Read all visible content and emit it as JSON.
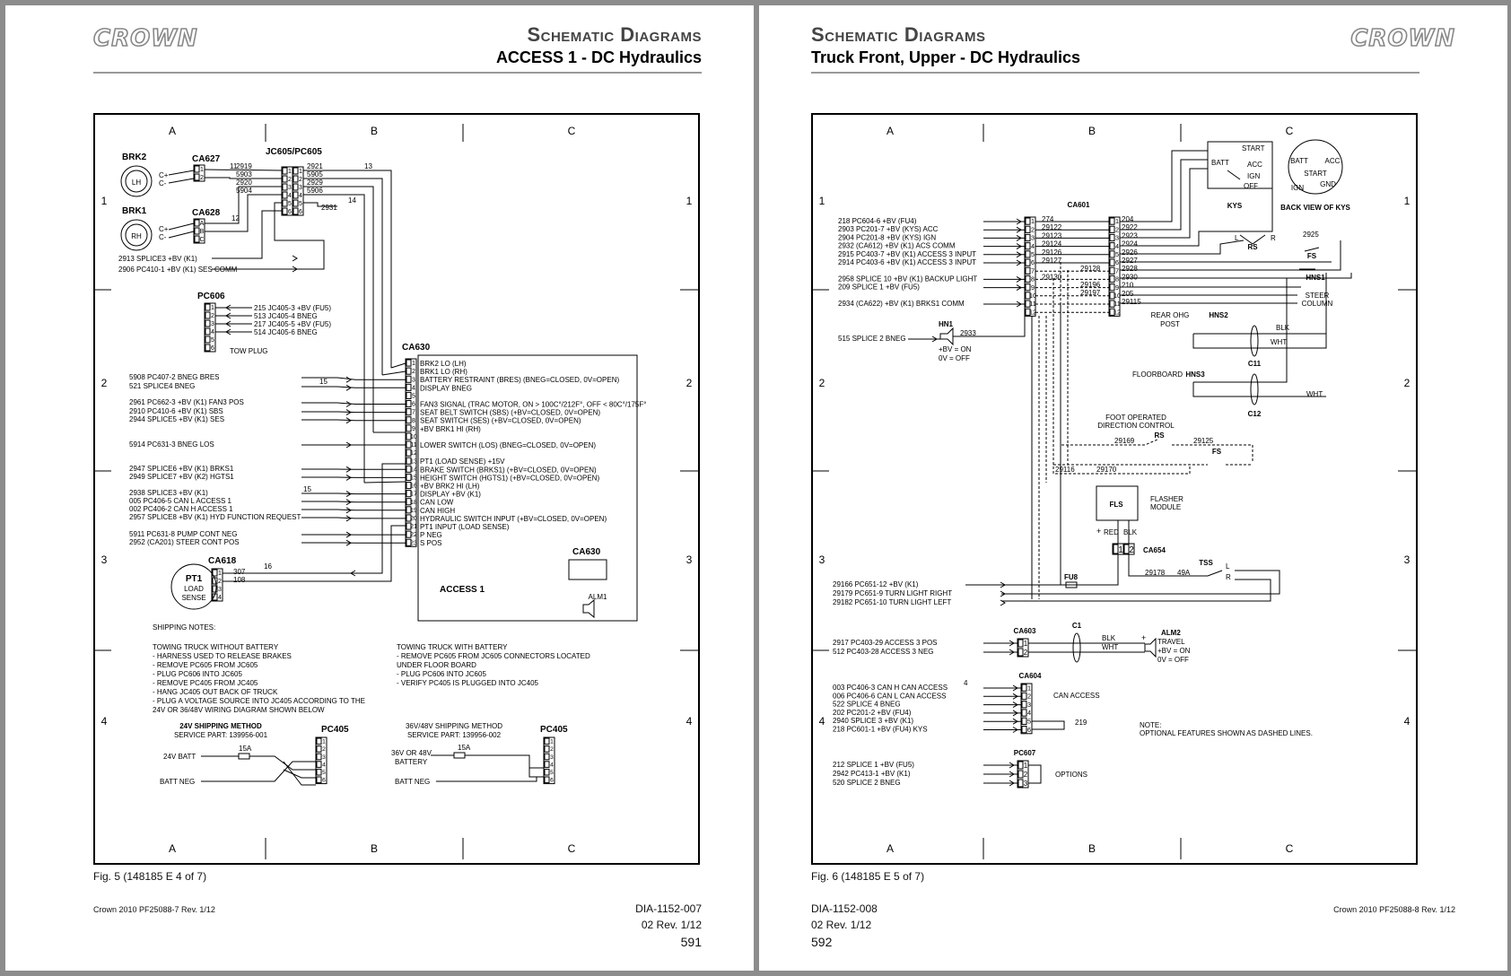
{
  "left": {
    "title": "Schematic Diagrams",
    "subtitle": "ACCESS 1 - DC Hydraulics",
    "logo": "CROWN",
    "fig": "Fig. 5 (148185 E 4 of 7)",
    "footer_left": "Crown 2010 PF25088-7 Rev. 1/12",
    "dia_number": "DIA-1152-007",
    "dia_rev": "02 Rev. 1/12",
    "page_number": "591",
    "grid": {
      "cols": [
        "A",
        "B",
        "C"
      ],
      "rows": [
        "1",
        "2",
        "3",
        "4"
      ]
    },
    "components": {
      "brk2": "BRK2",
      "brk1": "BRK1",
      "lh": "LH",
      "rh": "RH",
      "ca627": "CA627",
      "ca628": "CA628",
      "jc605": "JC605/PC605",
      "pc606": "PC606",
      "tow_plug": "TOW PLUG",
      "ca630": "CA630",
      "ca618": "CA618",
      "pt1": "PT1",
      "load": "LOAD",
      "sense": "SENSE",
      "access1": "ACCESS 1",
      "ca630b": "CA630",
      "alm1": "ALM1",
      "pc405a": "PC405",
      "pc405b": "PC405"
    },
    "inputs_top": [
      "2913 SPLICE3 +BV (K1)",
      "2906 PC410-1 +BV (K1) SES COMM"
    ],
    "pc606_lines": [
      "215 JC405-3 +BV (FU5)",
      "513 JC405-4 BNEG",
      "217 JC405-5 +BV (FU5)",
      "514 JC405-6 BNEG"
    ],
    "left_inputs": [
      "5908 PC407-2 BNEG BRES",
      "521 SPLICE4 BNEG",
      "2961 PC662-3 +BV (K1) FAN3 POS",
      "2910 PC410-6 +BV (K1) SBS",
      "2944 SPLICE5 +BV (K1) SES",
      "5914 PC631-3 BNEG LOS",
      "2947 SPLICE6 +BV (K1) BRKS1",
      "2949 SPLICE7 +BV (K2) HGTS1",
      "2938 SPLICE3 +BV (K1)",
      "005 PC406-5 CAN L ACCESS 1",
      "002 PC406-2 CAN H ACCESS 1",
      "2957 SPLICE8 +BV (K1) HYD FUNCTION REQUEST",
      "5911 PC631-8 PUMP CONT NEG",
      "2952 (CA201) STEER CONT POS"
    ],
    "ca630_pins": [
      "BRK2 LO (LH)",
      "BRK1 LO (RH)",
      "BATTERY RESTRAINT (BRES) (BNEG=CLOSED, 0V=OPEN)",
      "DISPLAY BNEG",
      "",
      "FAN3 SIGNAL (TRAC MOTOR, ON > 100C°/212F°, OFF < 80C°/175F°",
      "SEAT BELT SWITCH (SBS) (+BV=CLOSED, 0V=OPEN)",
      "SEAT SWITCH (SES) (+BV=CLOSED, 0V=OPEN)",
      "+BV BRK1 HI (RH)",
      "",
      "LOWER SWITCH (LOS) (BNEG=CLOSED, 0V=OPEN)",
      "",
      "PT1 (LOAD SENSE) +15V",
      "BRAKE SWITCH (BRKS1) (+BV=CLOSED, 0V=OPEN)",
      "HEIGHT SWITCH (HGTS1) (+BV=CLOSED, 0V=OPEN)",
      "+BV BRK2 HI (LH)",
      "DISPLAY +BV (K1)",
      "CAN LOW",
      "CAN HIGH",
      "HYDRAULIC SWITCH INPUT (+BV=CLOSED, 0V=OPEN)",
      "PT1 INPUT (LOAD SENSE)",
      "P NEG",
      "S POS"
    ],
    "wires_top": [
      "2919",
      "5903",
      "2920",
      "5904",
      "2921",
      "5905",
      "2929",
      "5906",
      "2931",
      "11",
      "12",
      "13",
      "14",
      "15",
      "16",
      "307",
      "108"
    ],
    "shipping": {
      "header": "SHIPPING NOTES:",
      "without_title": "TOWING TRUCK WITHOUT BATTERY",
      "without": [
        "- HARNESS USED TO RELEASE BRAKES",
        "- REMOVE PC605 FROM JC605",
        "- PLUG PC606 INTO JC605",
        "- REMOVE PC405 FROM JC405",
        "- HANG JC405 OUT BACK OF TRUCK",
        "- PLUG A VOLTAGE SOURCE INTO JC405 ACCORDING TO THE",
        "  24V OR 36/48V WIRING DIAGRAM SHOWN BELOW"
      ],
      "with_title": "TOWING TRUCK WITH BATTERY",
      "with": [
        "- REMOVE PC605 FROM JC605 CONNECTORS LOCATED",
        "  UNDER FLOOR BOARD",
        "- PLUG PC606 INTO JC605",
        "- VERIFY PC405 IS PLUGGED INTO JC405"
      ]
    },
    "method24": {
      "title": "24V SHIPPING METHOD",
      "part": "SERVICE PART: 139956-001",
      "batt": "24V BATT",
      "neg": "BATT NEG",
      "fuse": "15A"
    },
    "method36": {
      "title": "36V/48V SHIPPING METHOD",
      "part": "SERVICE PART: 139956-002",
      "batt1": "36V OR 48V",
      "batt2": "BATTERY",
      "neg": "BATT NEG",
      "fuse": "15A"
    },
    "cplus": "C+",
    "cminus": "C-"
  },
  "right": {
    "title": "Schematic Diagrams",
    "subtitle": "Truck Front, Upper - DC Hydraulics",
    "logo": "CROWN",
    "fig": "Fig. 6 (148185 E 5 of 7)",
    "footer_right": "Crown 2010 PF25088-8 Rev. 1/12",
    "dia_number": "DIA-1152-008",
    "dia_rev": "02 Rev. 1/12",
    "page_number": "592",
    "grid": {
      "cols": [
        "A",
        "B",
        "C"
      ],
      "rows": [
        "1",
        "2",
        "3",
        "4"
      ]
    },
    "ca601_inputs": [
      "218 PC604-6 +BV (FU4)",
      "2903 PC201-7 +BV (KYS) ACC",
      "2904 PC201-8 +BV (KYS) IGN",
      "2932 (CA612) +BV (K1) ACS COMM",
      "2915 PC403-7 +BV (K1) ACCESS 3 INPUT",
      "2914 PC403-6 +BV (K1) ACCESS 3 INPUT",
      "2958 SPLICE 10 +BV (K1) BACKUP LIGHT",
      "209 SPLICE 1 +BV (FU5)",
      "2934 (CA622) +BV (K1) BRKS1 COMM"
    ],
    "ca601_wires_left": [
      "274",
      "29122",
      "29123",
      "29124",
      "29126",
      "29127",
      "29130"
    ],
    "ca601_wires_right": [
      "204",
      "2922",
      "2923",
      "2924",
      "2926",
      "2927",
      "2928",
      "2930",
      "210",
      "205",
      "29115"
    ],
    "mid_wires": [
      "29128",
      "29196",
      "29197"
    ],
    "components": {
      "ca601": "CA601",
      "kys": "KYS",
      "back_view": "BACK VIEW OF KYS",
      "start": "START",
      "batt": "BATT",
      "acc": "ACC",
      "ign": "IGN",
      "off": "OFF",
      "gnd": "GND",
      "rs": "RS",
      "fs": "FS",
      "hns1": "HNS1",
      "steer": "STEER",
      "column": "COLUMN",
      "l": "L",
      "r": "R",
      "w2925": "2925",
      "rear_ohg": "REAR OHG",
      "post": "POST",
      "hns2": "HNS2",
      "hns3": "HNS3",
      "floorboard": "FLOORBOARD",
      "blk": "BLK",
      "wht": "WHT",
      "c11": "C11",
      "c12": "C12",
      "hn1": "HN1",
      "w2933": "2933",
      "bv_on": "+BV = ON",
      "zero_off": "0V = OFF",
      "hn1_input": "515 SPLICE 2 BNEG",
      "foot1": "FOOT OPERATED",
      "foot2": "DIRECTION CONTROL",
      "w29169": "29169",
      "w29125": "29125",
      "w29116": "29116",
      "w29170": "29170",
      "fls": "FLS",
      "flasher1": "FLASHER",
      "flasher2": "MODULE",
      "red": "RED",
      "ca654": "CA654",
      "tss": "TSS",
      "w29178": "29178",
      "w49a": "49A",
      "fu8": "FU8",
      "ca603": "CA603",
      "c1": "C1",
      "alm2": "ALM2",
      "travel": "TRAVEL",
      "ca604": "CA604",
      "can_access": "CAN ACCESS",
      "w219": "219",
      "w4": "4",
      "note1": "NOTE:",
      "note2": "OPTIONAL FEATURES SHOWN AS DASHED LINES.",
      "pc607": "PC607",
      "options": "OPTIONS"
    },
    "tss_inputs": [
      "29166 PC651-12 +BV (K1)",
      "29179 PC651-9 TURN LIGHT RIGHT",
      "29182 PC651-10 TURN LIGHT LEFT"
    ],
    "ca603_inputs": [
      "2917 PC403-29 ACCESS 3 POS",
      "512 PC403-28 ACCESS 3 NEG"
    ],
    "ca604_inputs": [
      "003 PC406-3 CAN H CAN ACCESS",
      "006 PC406-6 CAN L CAN ACCESS",
      "522 SPLICE 4 BNEG",
      "202 PC201-2 +BV (FU4)",
      "2940 SPLICE 3 +BV (K1)",
      "218 PC601-1 +BV (FU4) KYS"
    ],
    "pc607_inputs": [
      "212 SPLICE 1 +BV (FU5)",
      "2942 PC413-1 +BV (K1)",
      "520 SPLICE 2 BNEG"
    ]
  }
}
